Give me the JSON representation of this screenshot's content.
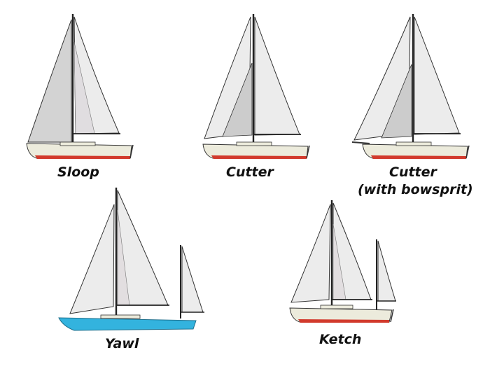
{
  "boats": [
    {
      "label": "Sloop"
    },
    {
      "label": "Cutter"
    },
    {
      "label": "Cutter",
      "sublabel": "(with bowsprit)"
    },
    {
      "label": "Yawl"
    },
    {
      "label": "Ketch"
    }
  ],
  "colors": {
    "sail_light": "#ececec",
    "sail_mid": "#d9d9d9",
    "sail_dark": "#c4c4c4",
    "sail_jib_shade": "#e2dee0",
    "hull_cream": "#ecebdc",
    "hull_blue": "#33b3de",
    "boot_red": "#d23a2c",
    "outline": "#333333"
  }
}
